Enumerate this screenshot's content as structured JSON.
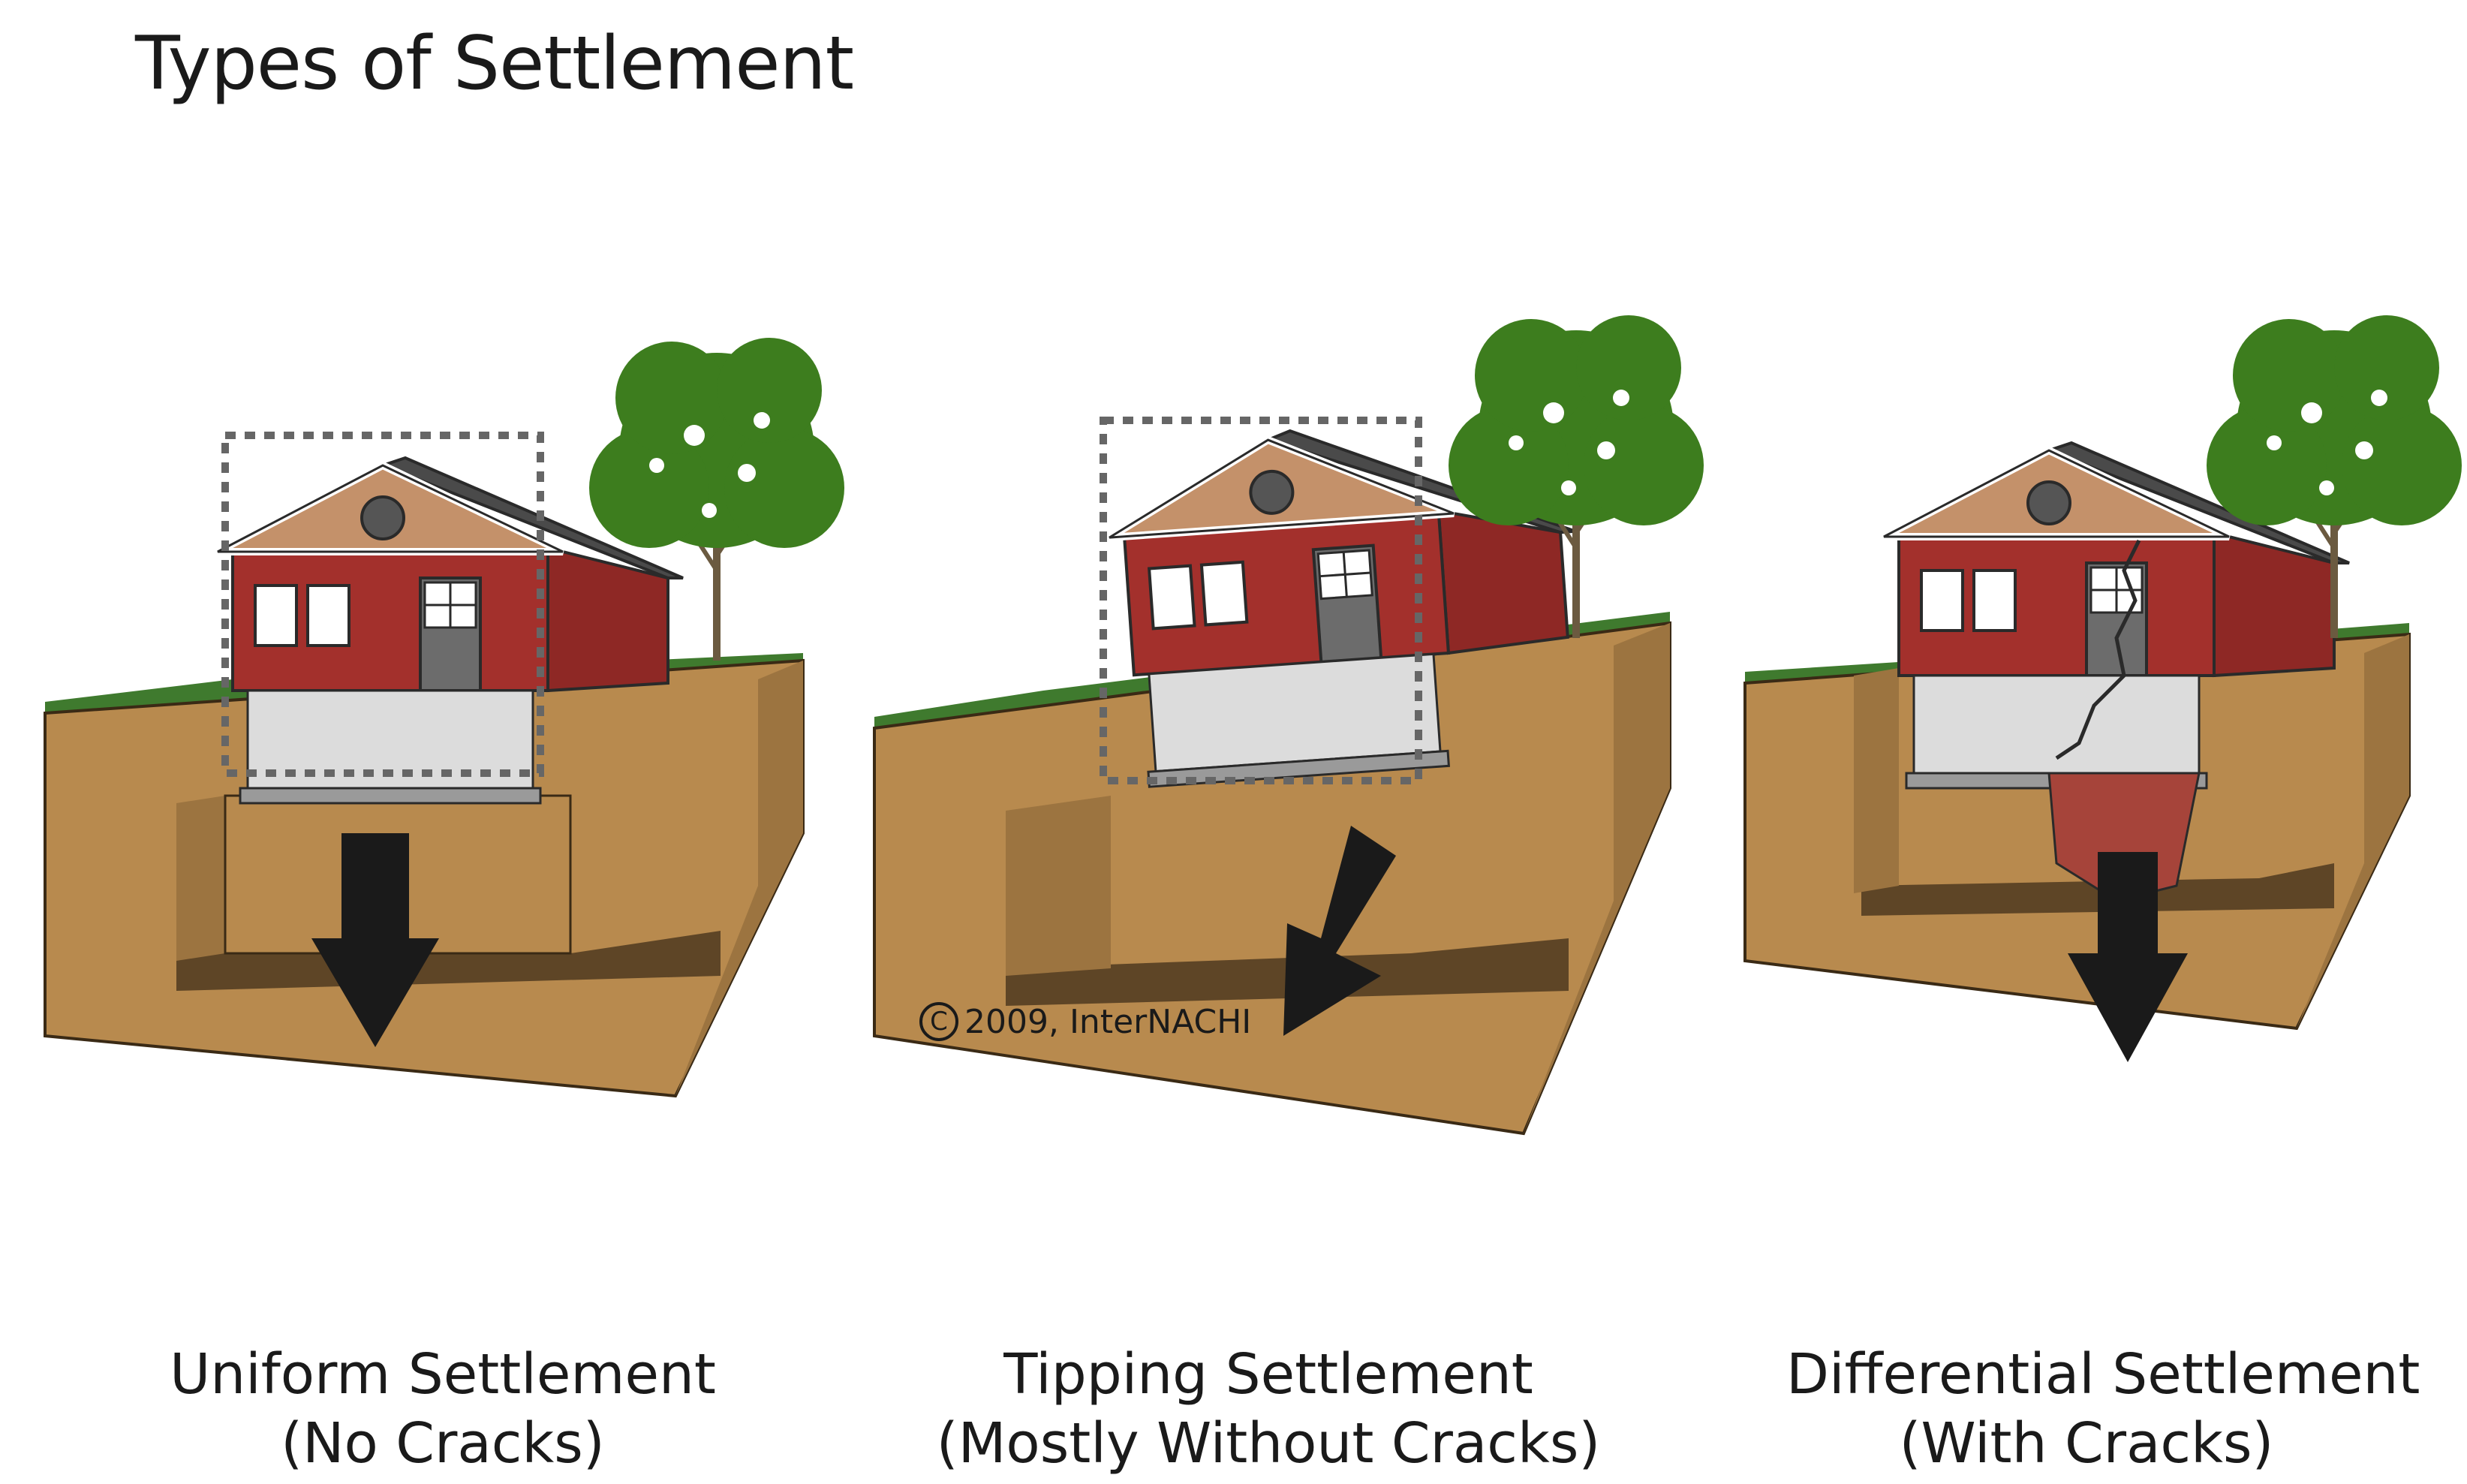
{
  "title": "Types of Settlement",
  "panels": [
    {
      "id": "uniform",
      "caption_line1": "Uniform Settlement",
      "caption_line2": "(No Cracks)"
    },
    {
      "id": "tipping",
      "caption_line1": "Tipping Settlement",
      "caption_line2": "(Mostly Without Cracks)"
    },
    {
      "id": "differential",
      "caption_line1": "Differential Settlement",
      "caption_line2": "(With Cracks)"
    }
  ],
  "copyright": {
    "symbol": "C",
    "text": "2009, InterNACHI"
  },
  "colors": {
    "soil_front": "#b88a4e",
    "soil_side": "#9c7440",
    "pit_floor": "#5e4526",
    "grass": "#3f7a2e",
    "house_wall": "#a3302c",
    "house_side": "#8e2825",
    "gable": "#c4916a",
    "roof": "#4a4a4a",
    "foundation": "#dcdcdc",
    "footing": "#9a9a9a",
    "arrow": "#1a1a1a",
    "tree": "#3d7d1e",
    "failed_soil": "#a6443a",
    "outline_dotted": "#666666"
  }
}
